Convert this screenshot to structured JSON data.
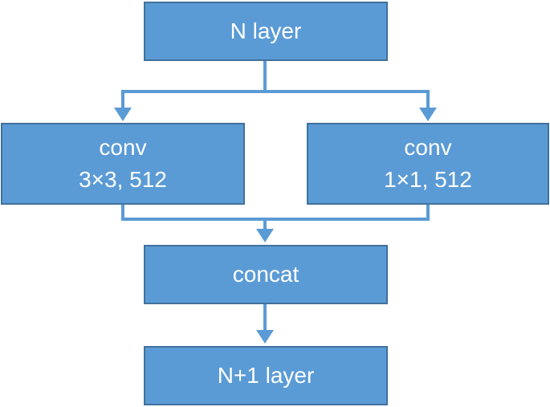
{
  "colors": {
    "box_fill": "#5b9bd5",
    "box_border": "#41719c",
    "connector": "#5b9bd5",
    "text": "#ffffff"
  },
  "nodes": {
    "n_layer": {
      "label": "N layer"
    },
    "conv_3x3": {
      "label": "conv",
      "params": "3×3, 512"
    },
    "conv_1x1": {
      "label": "conv",
      "params": "1×1, 512"
    },
    "concat": {
      "label": "concat"
    },
    "n1_layer": {
      "label": "N+1 layer"
    }
  },
  "edges": [
    {
      "from": "n_layer",
      "to": "conv_3x3"
    },
    {
      "from": "n_layer",
      "to": "conv_1x1"
    },
    {
      "from": "conv_3x3",
      "to": "concat"
    },
    {
      "from": "conv_1x1",
      "to": "concat"
    },
    {
      "from": "concat",
      "to": "n1_layer"
    }
  ]
}
